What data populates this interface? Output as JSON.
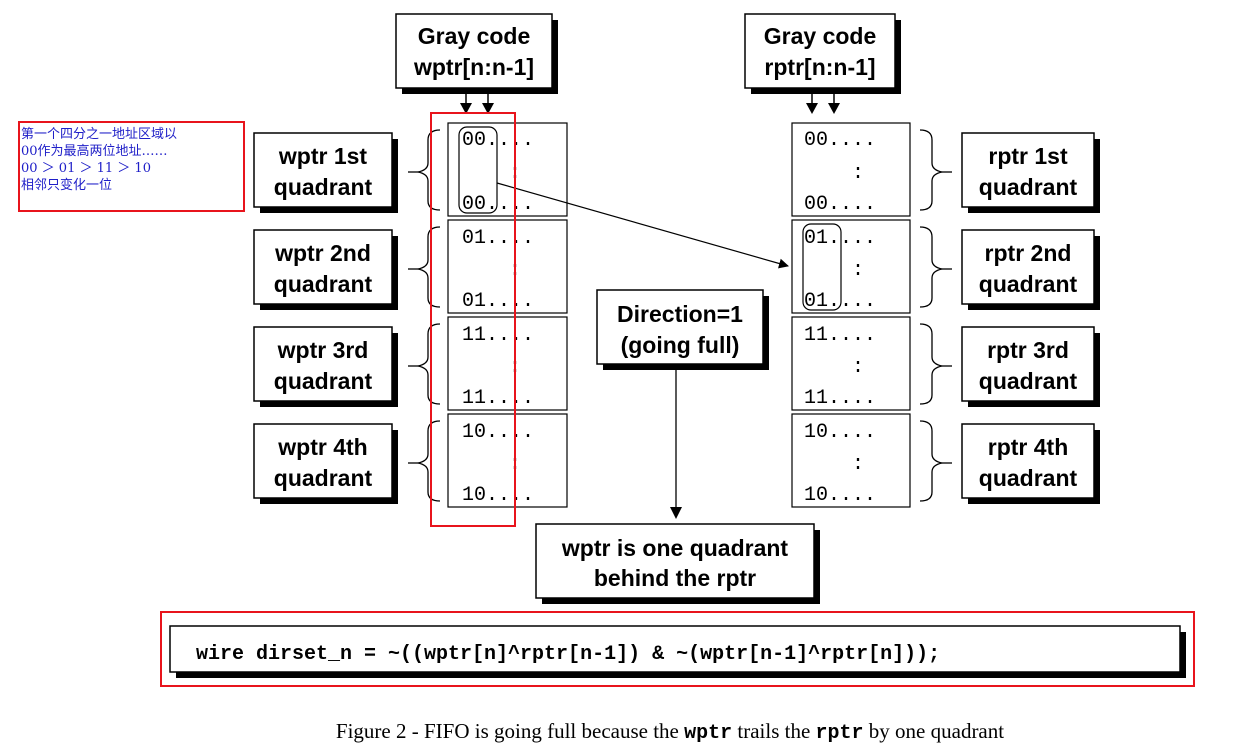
{
  "header_left": {
    "line1": "Gray code",
    "line2": "wptr[n:n-1]"
  },
  "header_right": {
    "line1": "Gray code",
    "line2": "rptr[n:n-1]"
  },
  "left_quadrants": [
    {
      "line1": "wptr 1st",
      "line2": "quadrant"
    },
    {
      "line1": "wptr 2nd",
      "line2": "quadrant"
    },
    {
      "line1": "wptr 3rd",
      "line2": "quadrant"
    },
    {
      "line1": "wptr 4th",
      "line2": "quadrant"
    }
  ],
  "right_quadrants": [
    {
      "line1": "rptr 1st",
      "line2": "quadrant"
    },
    {
      "line1": "rptr 2nd",
      "line2": "quadrant"
    },
    {
      "line1": "rptr 3rd",
      "line2": "quadrant"
    },
    {
      "line1": "rptr 4th",
      "line2": "quadrant"
    }
  ],
  "memory_blocks": [
    {
      "top": "00....",
      "mid": ":",
      "bottom": "00...."
    },
    {
      "top": "01....",
      "mid": ":",
      "bottom": "01...."
    },
    {
      "top": "11....",
      "mid": ":",
      "bottom": "11...."
    },
    {
      "top": "10....",
      "mid": ":",
      "bottom": "10...."
    }
  ],
  "annotation_cn": [
    "第一个四分之一地址区域以",
    "00作为最高两位地址……",
    "00 ＞ 01 ＞ 11 ＞ 10",
    "相邻只变化一位"
  ],
  "direction": {
    "line1": "Direction=1",
    "line2": "(going full)"
  },
  "result": {
    "line1": "wptr is one quadrant",
    "line2": "behind the rptr"
  },
  "code": "wire dirset_n = ~((wptr[n]^rptr[n-1]) & ~(wptr[n-1]^rptr[n]));",
  "caption": {
    "prefix": "Figure 2 - FIFO is going full because the ",
    "code1": "wptr",
    "mid": " trails the ",
    "code2": "rptr",
    "suffix": " by one quadrant"
  },
  "colors": {
    "highlight": "#e8141c",
    "annotation_text": "#1e1ec8",
    "ink": "#000000"
  }
}
